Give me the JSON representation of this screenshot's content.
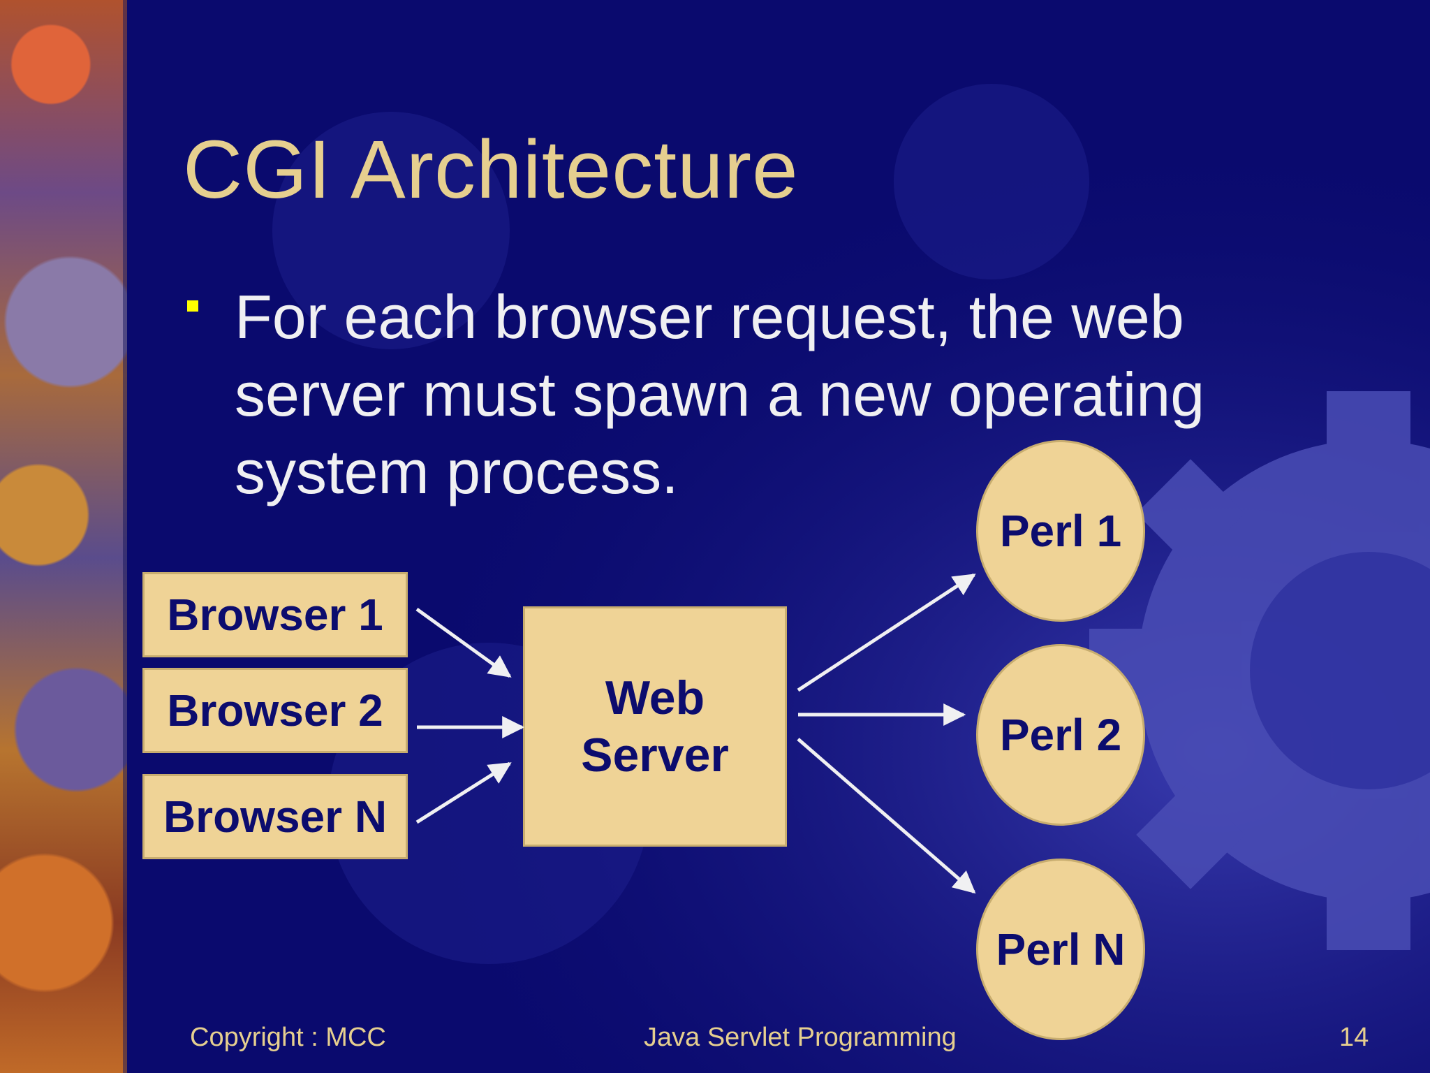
{
  "slide": {
    "title": "CGI Architecture",
    "bullet": "For each browser request, the web server must spawn a new operating system process."
  },
  "diagram": {
    "browsers": [
      "Browser 1",
      "Browser 2",
      "Browser N"
    ],
    "server": {
      "line1": "Web",
      "line2": "Server"
    },
    "processes": [
      "Perl 1",
      "Perl 2",
      "Perl N"
    ]
  },
  "footer": {
    "left": "Copyright : MCC",
    "center": "Java Servlet Programming",
    "page_number": "14"
  },
  "colors": {
    "background": "#0a0a6e",
    "title": "#e6cf8f",
    "body_text": "#f0f0f2",
    "box_fill": "#efd396",
    "box_text": "#0c0c6e",
    "bullet": "#ffff00",
    "arrow": "#f0f0f2"
  }
}
